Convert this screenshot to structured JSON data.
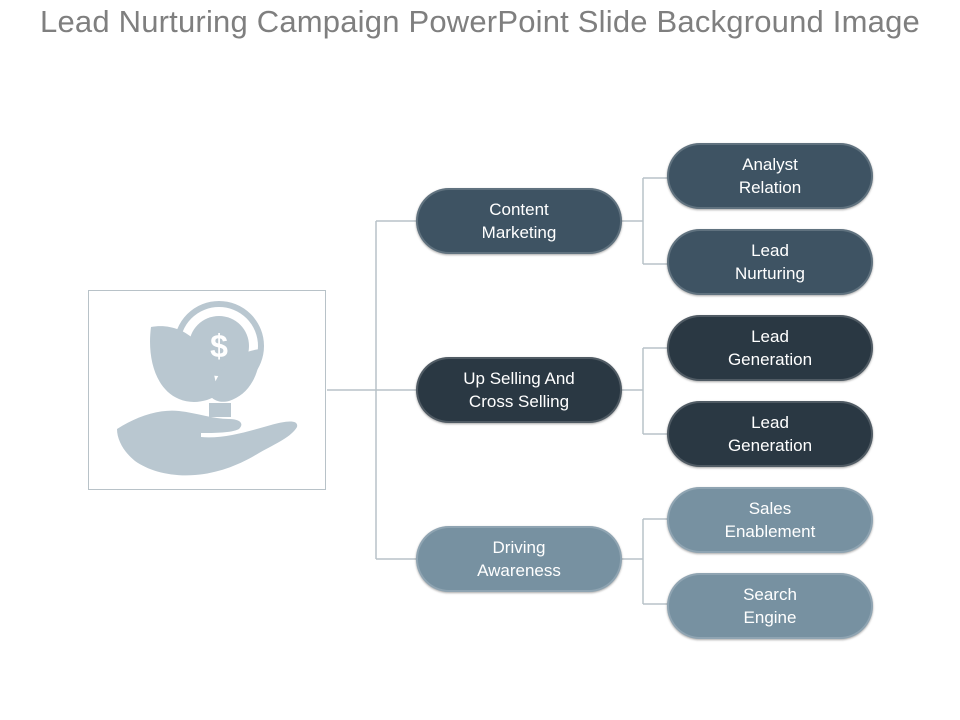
{
  "title": "Lead Nurturing Campaign PowerPoint Slide Background Image",
  "colors": {
    "dark_slate": "#3e5363",
    "darkest_slate": "#2a3843",
    "light_slate": "#7791a1",
    "icon_fill": "#b9c7d0",
    "connector": "#b8c2c8"
  },
  "icon": {
    "name": "money-plant-hand-icon",
    "symbol": "$"
  },
  "categories": [
    {
      "label": "Content\nMarketing",
      "children": [
        "Analyst\nRelation",
        "Lead\nNurturing"
      ]
    },
    {
      "label": "Up Selling And\nCross Selling",
      "children": [
        "Lead\nGeneration",
        "Lead\nGeneration"
      ]
    },
    {
      "label": "Driving\nAwareness",
      "children": [
        "Sales\nEnablement",
        "Search\nEngine"
      ]
    }
  ]
}
